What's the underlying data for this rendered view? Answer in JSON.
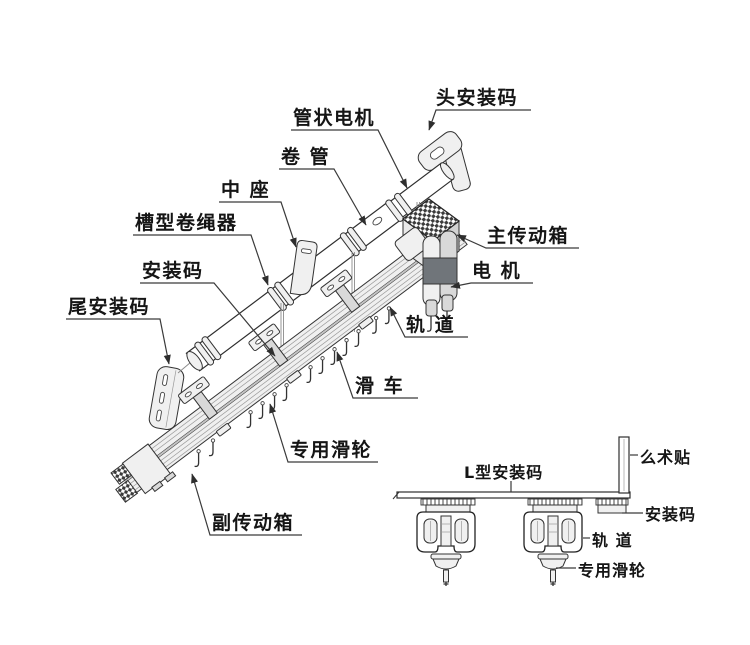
{
  "diagram": {
    "type": "technical-illustration",
    "subject": "motorized-curtain-track-assembly",
    "main_labels": {
      "tubular_motor": "管状电机",
      "roll_tube": "卷 管",
      "middle_seat": "中 座",
      "groove_rope_winder": "槽型卷绳器",
      "mounting_bracket": "安装码",
      "tail_mounting_bracket": "尾安装码",
      "head_mounting_bracket": "头安装码",
      "main_drive_box": "主传动箱",
      "motor": "电 机",
      "track": "轨 道",
      "carriage": "滑 车",
      "special_pulley": "专用滑轮",
      "aux_drive_box": "副传动箱"
    },
    "inset_labels": {
      "l_type_mounting_bracket": "L型安装码",
      "velcro": "么术贴",
      "mounting_bracket": "安装码",
      "track": "轨 道",
      "special_pulley": "专用滑轮"
    },
    "colors": {
      "background": "#ffffff",
      "line": "#2e2e2e",
      "leader": "#3a3a3a",
      "fill_light": "#f0f0f0",
      "fill_mid": "#d9d9d9",
      "motor_dark": "#70757a",
      "label_text": "#151515"
    }
  }
}
